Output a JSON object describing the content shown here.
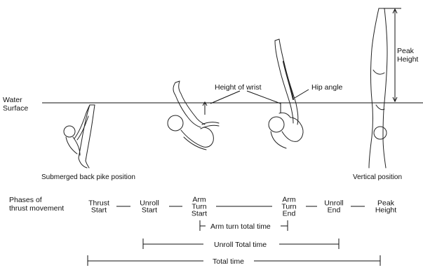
{
  "water_label": [
    "Water",
    "Surface"
  ],
  "annotations": {
    "height_of_wrist": "Height of wrist",
    "hip_angle": "Hip angle",
    "peak_height": [
      "Peak",
      "Height"
    ]
  },
  "position_captions": {
    "submerged": "Submerged back pike position",
    "vertical": "Vertical position"
  },
  "phases_label": [
    "Phases of",
    "thrust movement"
  ],
  "phases": [
    {
      "lines": [
        "Thrust",
        "Start"
      ]
    },
    {
      "lines": [
        "Unroll",
        "Start"
      ]
    },
    {
      "lines": [
        "Arm",
        "Turn",
        "Start"
      ]
    },
    {
      "lines": [
        "Arm",
        "Turn",
        "End"
      ]
    },
    {
      "lines": [
        "Unroll",
        "End"
      ]
    },
    {
      "lines": [
        "Peak",
        "Height"
      ]
    }
  ],
  "durations": {
    "arm_turn_total": "Arm turn total time",
    "unroll_total": "Unroll Total time",
    "total": "Total time"
  }
}
